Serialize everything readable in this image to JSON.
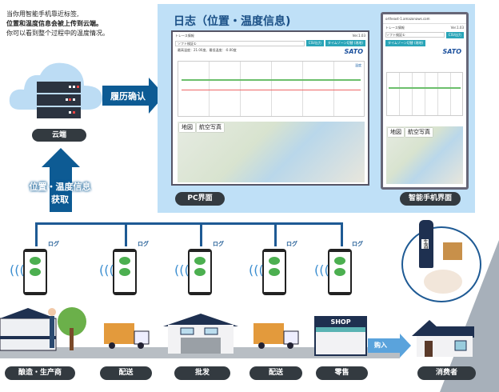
{
  "intro": {
    "line1": "当你用智能手机靠近标签,",
    "line2": "位置和温度信息会被上传到云端。",
    "line3": "你可以看到整个过程中的温度情况。"
  },
  "cloud": {
    "label": "云端",
    "arrow_right": "履历确认",
    "arrow_up_line1": "位置・温度信息",
    "arrow_up_line2": "获取"
  },
  "panel": {
    "title": "日志（位置・温度信息)",
    "pc": {
      "app_title": "トレース情報",
      "version": "Ver.1.03",
      "search_value": "ソフト検証①",
      "csv_button": "CSV出力",
      "timezone_button": "タイムゾーン切替 (現地)",
      "info": "最高温度：21.00度、最低温度：-0.00度",
      "logo": "SATO",
      "legend": "温度",
      "map_tab1": "地図",
      "map_tab2": "航空写真",
      "label": "PC界面"
    },
    "phone": {
      "url": "ortheast-1.amazonaws.com",
      "app_title": "トレース情報",
      "version": "Ver.1.03",
      "search_value": "ソフト検証①",
      "csv_button": "CSV出力",
      "timezone_button": "タイムゾーン切替 (現地)",
      "logo": "SATO",
      "map_tab1": "地図",
      "map_tab2": "航空写真",
      "label": "智能手机界面"
    }
  },
  "log_label": "ログ",
  "shop_sign": "SHOP",
  "sake_label": "生酒",
  "buy_arrow": "购入",
  "stages": [
    "酿造・生产商",
    "配送",
    "批发",
    "配送",
    "零售",
    "消费者"
  ],
  "colors": {
    "navy": "#1e5a94",
    "panel": "#bfe0f7",
    "pill": "#333a40"
  }
}
